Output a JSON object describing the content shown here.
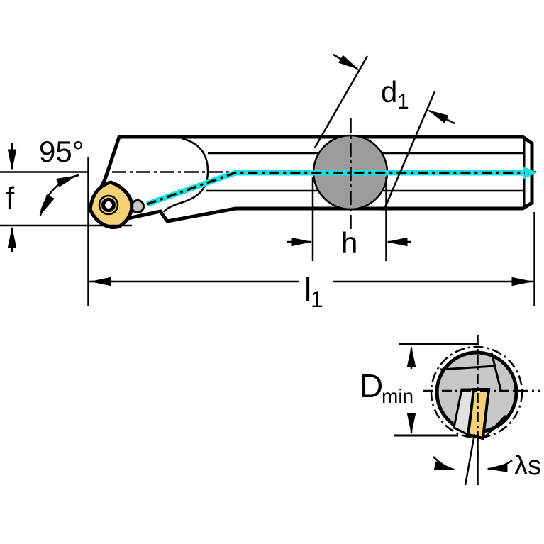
{
  "drawing": {
    "labels": {
      "angle": "95°",
      "f": "f",
      "d1_base": "d",
      "d1_sub": "1",
      "h": "h",
      "l1_base": "l",
      "l1_sub": "1",
      "dmin_base": "D",
      "dmin_sub": "min",
      "lambda": "λs"
    },
    "colors": {
      "body_gray": "#c7c7c7",
      "section_gray": "#9b9b9b",
      "pocket_gray": "#e2e2e2",
      "insert_yellow": "#f6d178",
      "coolant_cyan": "#1bdede",
      "line_black": "#000000",
      "background": "#ffffff"
    }
  }
}
